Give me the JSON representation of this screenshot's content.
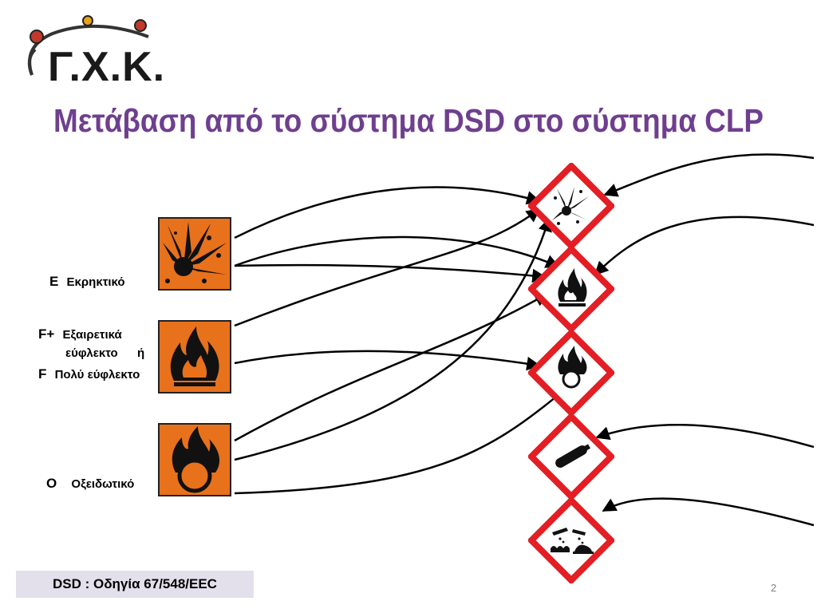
{
  "logo": {
    "text": "Γ.Χ.Κ."
  },
  "title": "Μετάβαση από το σύστημα DSD στο σύστημα CLP",
  "dsd_labels": {
    "explosive": {
      "code": "E",
      "text": "Εκρηκτικό"
    },
    "flammable": {
      "code1": "F+",
      "line1": "Εξαιρετικά",
      "line2": "εύφλεκτο",
      "or": "ή",
      "code2": "F",
      "line3": "Πολύ εύφλεκτο"
    },
    "oxidising": {
      "code": "O",
      "text": "Οξειδωτικό"
    }
  },
  "dsd_symbols": [
    "explosive-icon",
    "flame-icon",
    "flame-over-circle-icon"
  ],
  "ghs_symbols": [
    "exploding-bomb-icon",
    "flame-icon",
    "flame-over-circle-icon",
    "gas-cylinder-icon",
    "corrosion-icon"
  ],
  "footer": "DSD : Οδηγία 67/548/EEC",
  "page_number": "2",
  "colors": {
    "title": "#6f3f8f",
    "dsd_orange": "#e8711c",
    "ghs_red": "#e31e24",
    "footer_bg": "#e3e0ec"
  }
}
